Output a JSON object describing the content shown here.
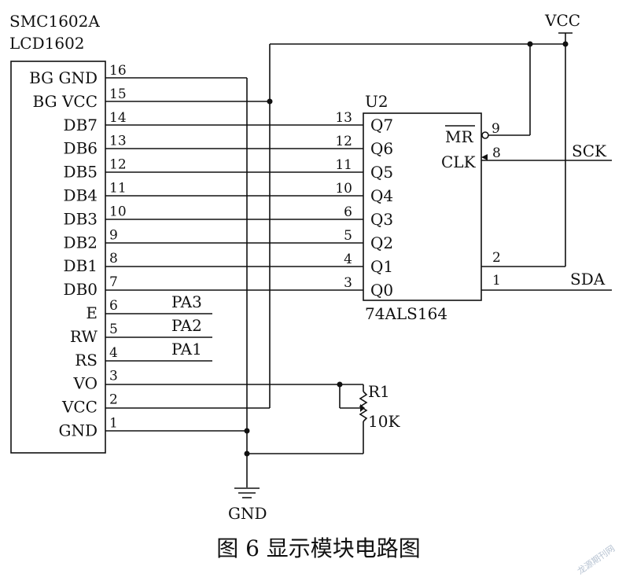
{
  "lcd": {
    "title1": "SMC1602A",
    "title2": "LCD1602",
    "pins": [
      {
        "name": "BG GND",
        "num": "16"
      },
      {
        "name": "BG VCC",
        "num": "15"
      },
      {
        "name": "DB7",
        "num": "14"
      },
      {
        "name": "DB6",
        "num": "13"
      },
      {
        "name": "DB5",
        "num": "12"
      },
      {
        "name": "DB4",
        "num": "11"
      },
      {
        "name": "DB3",
        "num": "10"
      },
      {
        "name": "DB2",
        "num": "9"
      },
      {
        "name": "DB1",
        "num": "8"
      },
      {
        "name": "DB0",
        "num": "7"
      },
      {
        "name": "E",
        "num": "6"
      },
      {
        "name": "RW",
        "num": "5"
      },
      {
        "name": "RS",
        "num": "4"
      },
      {
        "name": "VO",
        "num": "3"
      },
      {
        "name": "VCC",
        "num": "2"
      },
      {
        "name": "GND",
        "num": "1"
      }
    ]
  },
  "mcu_pins": [
    "PA3",
    "PA2",
    "PA1"
  ],
  "chip": {
    "ref": "U2",
    "part": "74ALS164",
    "outputs": [
      {
        "name": "Q7",
        "num": "13"
      },
      {
        "name": "Q6",
        "num": "12"
      },
      {
        "name": "Q5",
        "num": "11"
      },
      {
        "name": "Q4",
        "num": "10"
      },
      {
        "name": "Q3",
        "num": "6"
      },
      {
        "name": "Q2",
        "num": "5"
      },
      {
        "name": "Q1",
        "num": "4"
      },
      {
        "name": "Q0",
        "num": "3"
      }
    ],
    "mr": {
      "name": "MR",
      "num": "9"
    },
    "clk": {
      "name": "CLK",
      "num": "8"
    },
    "in2": {
      "num": "2"
    },
    "in1": {
      "num": "1"
    }
  },
  "signals": {
    "sck": "SCK",
    "sda": "SDA"
  },
  "power": {
    "vcc": "VCC",
    "gnd": "GND"
  },
  "resistor": {
    "ref": "R1",
    "value": "10K"
  },
  "caption": "图 6    显示模块电路图",
  "watermark": "龙源期刊网"
}
